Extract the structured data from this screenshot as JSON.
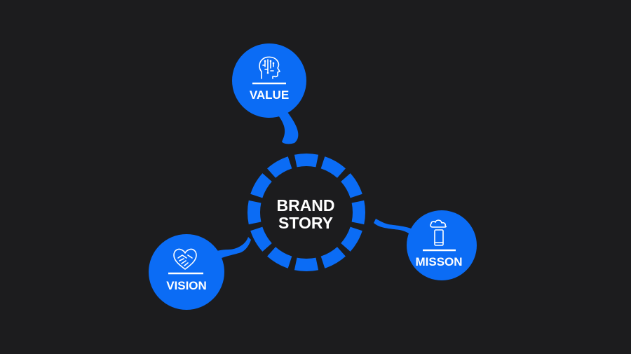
{
  "colors": {
    "background": "#1c1c1e",
    "accent": "#0b6cf5",
    "text": "#ffffff"
  },
  "center": {
    "line1": "BRAND",
    "line2": "STORY"
  },
  "nodes": [
    {
      "id": "value",
      "label": "VALUE",
      "icon": "brain-head-icon"
    },
    {
      "id": "mission",
      "label": "MISSON",
      "icon": "phone-cloud-icon"
    },
    {
      "id": "vision",
      "label": "VISION",
      "icon": "handshake-heart-icon"
    }
  ]
}
